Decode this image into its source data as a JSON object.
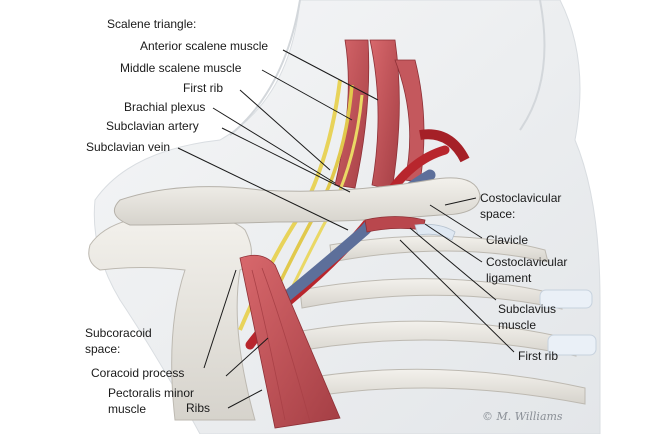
{
  "labels": {
    "scalene_triangle": "Scalene triangle:",
    "anterior_scalene": "Anterior scalene muscle",
    "middle_scalene": "Middle scalene muscle",
    "first_rib_top": "First rib",
    "brachial_plexus": "Brachial plexus",
    "subclavian_artery": "Subclavian artery",
    "subclavian_vein": "Subclavian vein",
    "costoclavicular_space_1": "Costoclavicular",
    "costoclavicular_space_2": "space:",
    "clavicle": "Clavicle",
    "costoclavicular_ligament_1": "Costoclavicular",
    "costoclavicular_ligament_2": "ligament",
    "subclavius_1": "Subclavius",
    "subclavius_2": "muscle",
    "first_rib_bottom": "First rib",
    "subcoracoid_1": "Subcoracoid",
    "subcoracoid_2": "space:",
    "coracoid_process": "Coracoid process",
    "pectoralis_minor_1": "Pectoralis minor",
    "pectoralis_minor_2": "muscle",
    "ribs": "Ribs"
  },
  "signature": "© M. Williams",
  "colors": {
    "bone": "#e9e6df",
    "bone_shadow": "#c9c6bf",
    "skin": "#eef0f2",
    "muscle": "#c9555a",
    "muscle_dark": "#9e3a40",
    "nerve": "#e8d35a",
    "artery": "#b8262d",
    "vein": "#5d6f9a"
  }
}
